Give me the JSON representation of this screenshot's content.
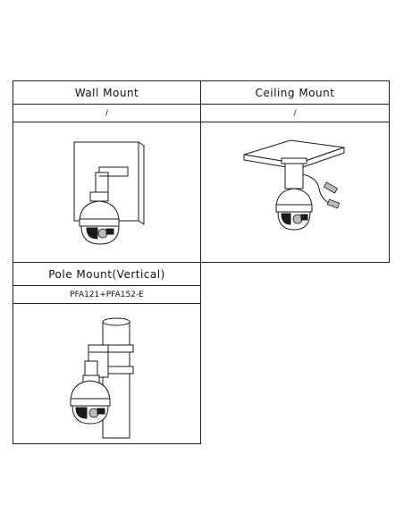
{
  "mounts": [
    {
      "title": "Wall Mount",
      "accessory": "/"
    },
    {
      "title": "Ceiling Mount",
      "accessory": "/"
    },
    {
      "title": "Pole Mount(Vertical)",
      "accessory": "PFA121+PFA152-E"
    }
  ]
}
